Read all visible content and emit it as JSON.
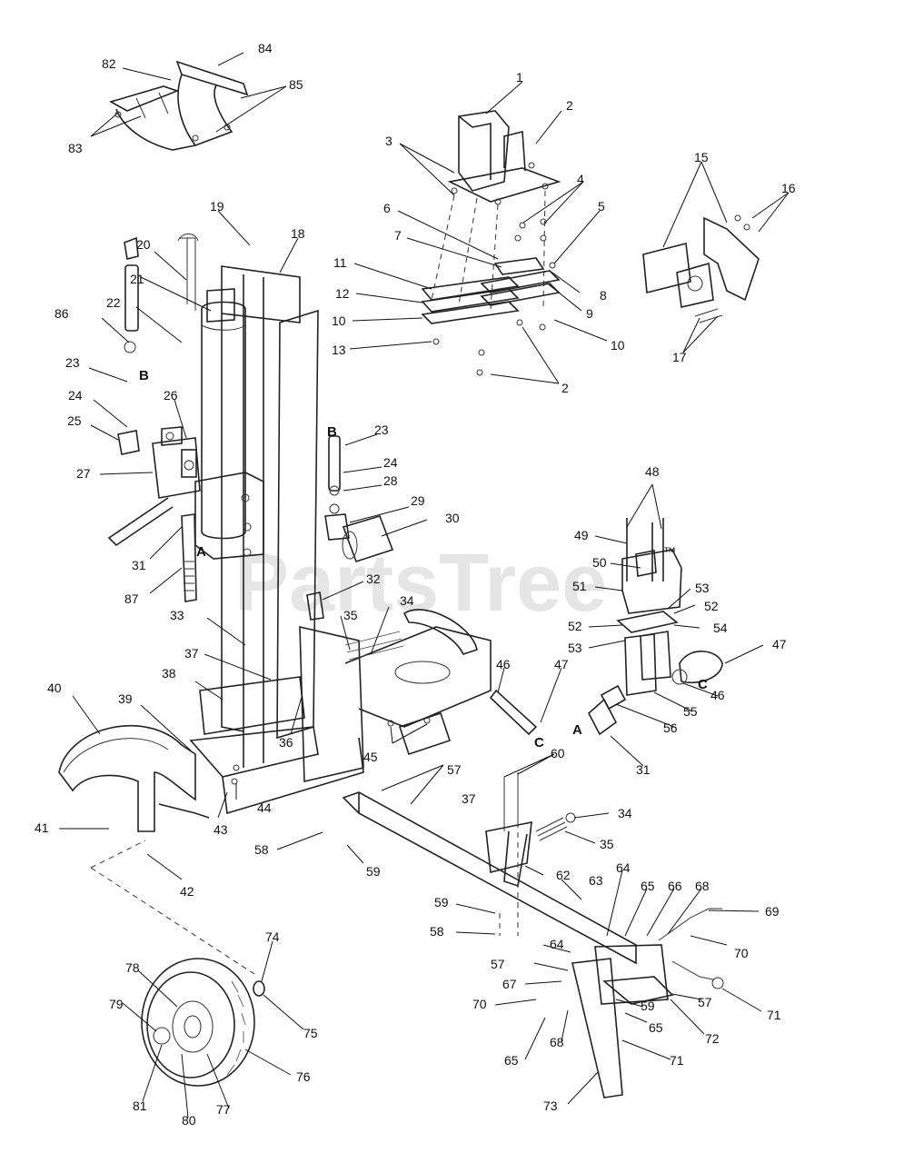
{
  "watermark": "PartsTree",
  "trademark": "™",
  "parts": [
    {
      "id": "p1",
      "label": "1"
    },
    {
      "id": "p2a",
      "label": "2"
    },
    {
      "id": "p2b",
      "label": "2"
    },
    {
      "id": "p3",
      "label": "3"
    },
    {
      "id": "p4",
      "label": "4"
    },
    {
      "id": "p5",
      "label": "5"
    },
    {
      "id": "p6",
      "label": "6"
    },
    {
      "id": "p7",
      "label": "7"
    },
    {
      "id": "p8",
      "label": "8"
    },
    {
      "id": "p9",
      "label": "9"
    },
    {
      "id": "p10a",
      "label": "10"
    },
    {
      "id": "p10b",
      "label": "10"
    },
    {
      "id": "p11",
      "label": "11"
    },
    {
      "id": "p12",
      "label": "12"
    },
    {
      "id": "p13",
      "label": "13"
    },
    {
      "id": "p15",
      "label": "15"
    },
    {
      "id": "p16",
      "label": "16"
    },
    {
      "id": "p17",
      "label": "17"
    },
    {
      "id": "p18",
      "label": "18"
    },
    {
      "id": "p19",
      "label": "19"
    },
    {
      "id": "p20",
      "label": "20"
    },
    {
      "id": "p21",
      "label": "21"
    },
    {
      "id": "p22",
      "label": "22"
    },
    {
      "id": "p23a",
      "label": "23"
    },
    {
      "id": "p23b",
      "label": "23"
    },
    {
      "id": "p24a",
      "label": "24"
    },
    {
      "id": "p24b",
      "label": "24"
    },
    {
      "id": "p25",
      "label": "25"
    },
    {
      "id": "p26",
      "label": "26"
    },
    {
      "id": "p27",
      "label": "27"
    },
    {
      "id": "p28",
      "label": "28"
    },
    {
      "id": "p29",
      "label": "29"
    },
    {
      "id": "p30",
      "label": "30"
    },
    {
      "id": "p31a",
      "label": "31"
    },
    {
      "id": "p31b",
      "label": "31"
    },
    {
      "id": "p32",
      "label": "32"
    },
    {
      "id": "p33",
      "label": "33"
    },
    {
      "id": "p34a",
      "label": "34"
    },
    {
      "id": "p34b",
      "label": "34"
    },
    {
      "id": "p35a",
      "label": "35"
    },
    {
      "id": "p35b",
      "label": "35"
    },
    {
      "id": "p36",
      "label": "36"
    },
    {
      "id": "p37a",
      "label": "37"
    },
    {
      "id": "p37b",
      "label": "37"
    },
    {
      "id": "p38",
      "label": "38"
    },
    {
      "id": "p39",
      "label": "39"
    },
    {
      "id": "p40",
      "label": "40"
    },
    {
      "id": "p41",
      "label": "41"
    },
    {
      "id": "p42",
      "label": "42"
    },
    {
      "id": "p43",
      "label": "43"
    },
    {
      "id": "p44",
      "label": "44"
    },
    {
      "id": "p45",
      "label": "45"
    },
    {
      "id": "p46a",
      "label": "46"
    },
    {
      "id": "p46b",
      "label": "46"
    },
    {
      "id": "p47a",
      "label": "47"
    },
    {
      "id": "p47b",
      "label": "47"
    },
    {
      "id": "p48",
      "label": "48"
    },
    {
      "id": "p49",
      "label": "49"
    },
    {
      "id": "p50",
      "label": "50"
    },
    {
      "id": "p51",
      "label": "51"
    },
    {
      "id": "p52a",
      "label": "52"
    },
    {
      "id": "p52b",
      "label": "52"
    },
    {
      "id": "p53a",
      "label": "53"
    },
    {
      "id": "p53b",
      "label": "53"
    },
    {
      "id": "p54",
      "label": "54"
    },
    {
      "id": "p55",
      "label": "55"
    },
    {
      "id": "p56",
      "label": "56"
    },
    {
      "id": "p57a",
      "label": "57"
    },
    {
      "id": "p57b",
      "label": "57"
    },
    {
      "id": "p57c",
      "label": "57"
    },
    {
      "id": "p58a",
      "label": "58"
    },
    {
      "id": "p58b",
      "label": "58"
    },
    {
      "id": "p59a",
      "label": "59"
    },
    {
      "id": "p59b",
      "label": "59"
    },
    {
      "id": "p59c",
      "label": "59"
    },
    {
      "id": "p60",
      "label": "60"
    },
    {
      "id": "p62",
      "label": "62"
    },
    {
      "id": "p63",
      "label": "63"
    },
    {
      "id": "p64a",
      "label": "64"
    },
    {
      "id": "p64b",
      "label": "64"
    },
    {
      "id": "p65a",
      "label": "65"
    },
    {
      "id": "p65b",
      "label": "65"
    },
    {
      "id": "p65c",
      "label": "65"
    },
    {
      "id": "p66",
      "label": "66"
    },
    {
      "id": "p67",
      "label": "67"
    },
    {
      "id": "p68a",
      "label": "68"
    },
    {
      "id": "p68b",
      "label": "68"
    },
    {
      "id": "p69",
      "label": "69"
    },
    {
      "id": "p70a",
      "label": "70"
    },
    {
      "id": "p70b",
      "label": "70"
    },
    {
      "id": "p71a",
      "label": "71"
    },
    {
      "id": "p71b",
      "label": "71"
    },
    {
      "id": "p72",
      "label": "72"
    },
    {
      "id": "p73",
      "label": "73"
    },
    {
      "id": "p74",
      "label": "74"
    },
    {
      "id": "p75",
      "label": "75"
    },
    {
      "id": "p76",
      "label": "76"
    },
    {
      "id": "p77",
      "label": "77"
    },
    {
      "id": "p78",
      "label": "78"
    },
    {
      "id": "p79",
      "label": "79"
    },
    {
      "id": "p80",
      "label": "80"
    },
    {
      "id": "p81",
      "label": "81"
    },
    {
      "id": "p82",
      "label": "82"
    },
    {
      "id": "p83",
      "label": "83"
    },
    {
      "id": "p84",
      "label": "84"
    },
    {
      "id": "p85",
      "label": "85"
    },
    {
      "id": "p86",
      "label": "86"
    },
    {
      "id": "p87",
      "label": "87"
    }
  ],
  "connectors": [
    {
      "id": "cA1",
      "label": "A"
    },
    {
      "id": "cA2",
      "label": "A"
    },
    {
      "id": "cB1",
      "label": "B"
    },
    {
      "id": "cB2",
      "label": "B"
    },
    {
      "id": "cC1",
      "label": "C"
    },
    {
      "id": "cC2",
      "label": "C"
    }
  ]
}
